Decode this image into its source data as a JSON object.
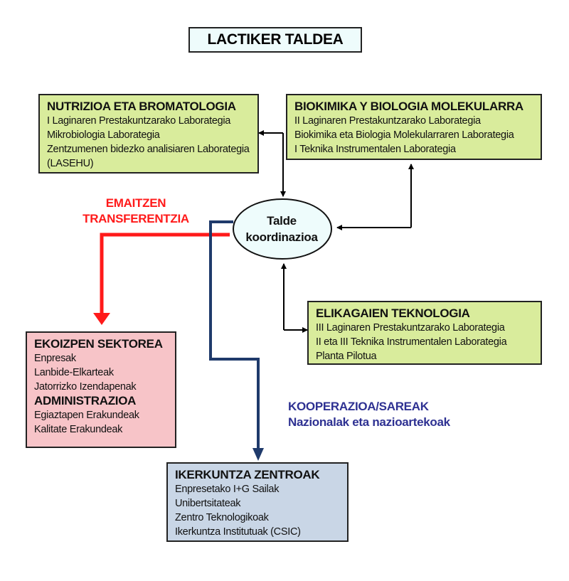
{
  "title": "LACTIKER TALDEA",
  "center_node": {
    "line1": "Talde",
    "line2": "koordinazioa"
  },
  "colors": {
    "green_box": "#d9ec9c",
    "pink_box": "#f7c4c8",
    "blue_box": "#c9d6e6",
    "ellipse_fill": "#eefcfc",
    "transfer_red": "#ff1a1a",
    "cooperation_navy": "#1f3a6b",
    "cooperation_text": "#2e3192"
  },
  "boxes": {
    "nutrizioa": {
      "heading": "NUTRIZIOA ETA BROMATOLOGIA",
      "lines": [
        "I Laginaren Prestakuntzarako Laborategia",
        "Mikrobiologia Laborategia",
        "Zentzumenen bidezko analisiaren Laborategia",
        "(LASEHU)"
      ]
    },
    "biokimika": {
      "heading": "BIOKIMIKA Y BIOLOGIA MOLEKULARRA",
      "lines": [
        "II Laginaren Prestakuntzarako Laborategia",
        "Biokimika eta Biologia Molekularraren Laborategia",
        "I Teknika Instrumentalen Laborategia"
      ]
    },
    "elikagaien": {
      "heading": "ELIKAGAIEN TEKNOLOGIA",
      "lines": [
        "III Laginaren Prestakuntzarako Laborategia",
        "II eta III Teknika Instrumentalen Laborategia",
        "Planta Pilotua"
      ]
    },
    "ekoizpen": {
      "heading": "EKOIZPEN SEKTOREA",
      "lines": [
        "Enpresak",
        "Lanbide-Elkarteak",
        "Jatorrizko Izendapenak"
      ],
      "heading2": "ADMINISTRAZIOA",
      "lines2": [
        "Egiaztapen Erakundeak",
        "Kalitate Erakundeak"
      ]
    },
    "ikerkuntza": {
      "heading": "IKERKUNTZA ZENTROAK",
      "lines": [
        "Enpresetako I+G Sailak",
        "Unibertsitateak",
        "Zentro Teknologikoak",
        "Ikerkuntza Institutuak (CSIC)"
      ]
    }
  },
  "flows": {
    "transfer": {
      "line1": "EMAITZEN",
      "line2": "TRANSFERENTZIA"
    },
    "cooperation": {
      "line1": "KOOPERAZIOA/SAREAK",
      "line2": "Nazionalak eta nazioartekoak"
    }
  }
}
